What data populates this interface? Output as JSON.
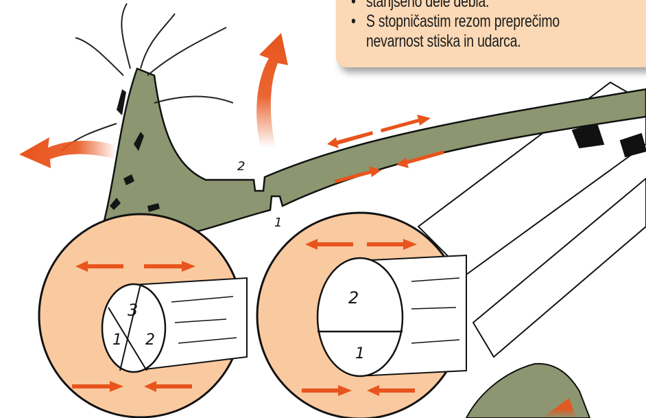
{
  "callout": {
    "bullets": [
      {
        "text": "stanjšeno dele debla."
      },
      {
        "text": "S stopničastim rezom preprečimo"
      }
    ],
    "continuation": "nevarnost stiska in udarca."
  },
  "labels": {
    "cut_top": "2",
    "cut_bottom": "1",
    "left_zone_3": "3",
    "left_zone_1": "1",
    "left_zone_2": "2",
    "right_zone_2": "2",
    "right_zone_1": "1"
  },
  "colors": {
    "trunk": "#8c9670",
    "circle_fill": "#f9c9a0",
    "arrow": "#e8541c",
    "callout_bg": "#fbd9b6"
  }
}
